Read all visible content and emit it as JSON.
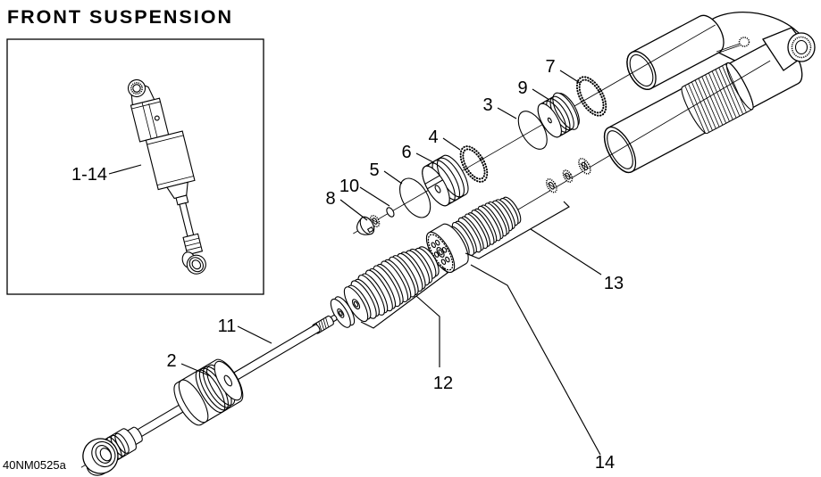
{
  "title": "FRONT SUSPENSION",
  "drawing_code": "40NM0525a",
  "colors": {
    "line": "#000000",
    "background": "#ffffff"
  },
  "inset": {
    "label": "1-14"
  },
  "callouts": {
    "c2": {
      "label": "2"
    },
    "c3": {
      "label": "3"
    },
    "c4": {
      "label": "4"
    },
    "c5": {
      "label": "5"
    },
    "c6": {
      "label": "6"
    },
    "c7": {
      "label": "7"
    },
    "c8": {
      "label": "8"
    },
    "c9": {
      "label": "9"
    },
    "c10": {
      "label": "10"
    },
    "c11": {
      "label": "11"
    },
    "c12": {
      "label": "12"
    },
    "c13": {
      "label": "13"
    },
    "c14": {
      "label": "14"
    }
  }
}
